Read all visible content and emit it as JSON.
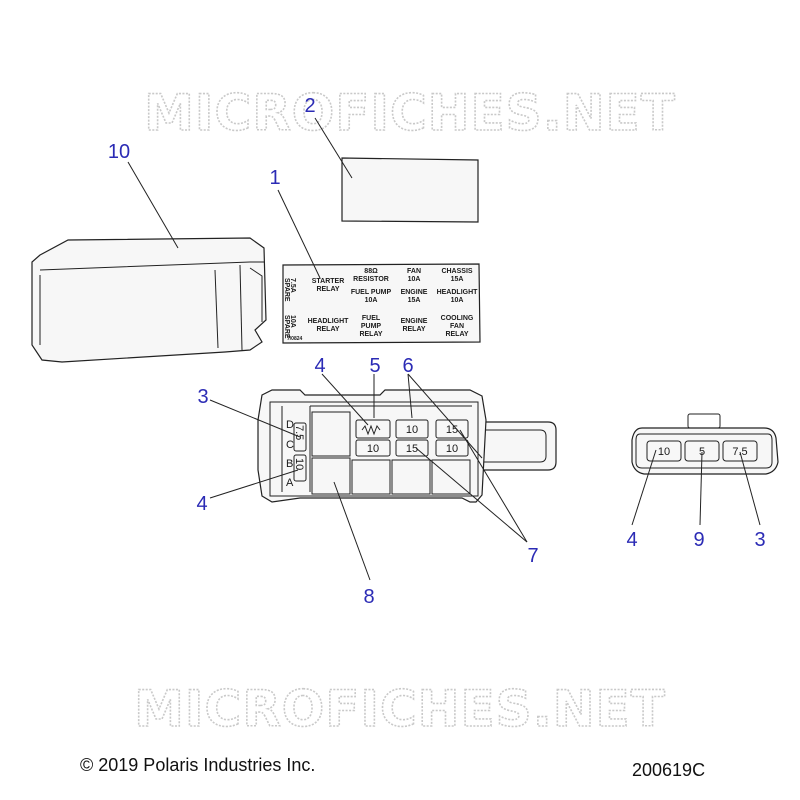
{
  "watermark": {
    "text": "MICROFICHES.NET"
  },
  "footer": {
    "copyright": "© 2019 Polaris Industries Inc.",
    "drawing_number": "200619C"
  },
  "callouts": [
    {
      "id": "c10",
      "text": "10"
    },
    {
      "id": "c2",
      "text": "2"
    },
    {
      "id": "c1",
      "text": "1"
    },
    {
      "id": "c3a",
      "text": "3"
    },
    {
      "id": "c4a",
      "text": "4"
    },
    {
      "id": "c5",
      "text": "5"
    },
    {
      "id": "c6",
      "text": "6"
    },
    {
      "id": "c4b",
      "text": "4"
    },
    {
      "id": "c8",
      "text": "8"
    },
    {
      "id": "c7",
      "text": "7"
    },
    {
      "id": "c4c",
      "text": "4"
    },
    {
      "id": "c9",
      "text": "9"
    },
    {
      "id": "c3b",
      "text": "3"
    }
  ],
  "label_sheet": {
    "spare_75": "7.5A",
    "spare_75_b": "SPARE",
    "spare_10": "10A",
    "spare_10_b": "SPARE",
    "starter_relay_1": "STARTER",
    "starter_relay_2": "RELAY",
    "resistor_1": "88Ω",
    "resistor_2": "RESISTOR",
    "fan_1": "FAN",
    "fan_2": "10A",
    "chassis_1": "CHASSIS",
    "chassis_2": "15A",
    "fuel_pump_1": "FUEL PUMP",
    "fuel_pump_2": "10A",
    "engine_1": "ENGINE",
    "engine_2": "15A",
    "headlight_1": "HEADLIGHT",
    "headlight_2": "10A",
    "headlight_relay_1": "HEADLIGHT",
    "headlight_relay_2": "RELAY",
    "fuel_pump_relay_1": "FUEL",
    "fuel_pump_relay_2": "PUMP",
    "fuel_pump_relay_3": "RELAY",
    "engine_relay_1": "ENGINE",
    "engine_relay_2": "RELAY",
    "cooling_relay_1": "COOLING",
    "cooling_relay_2": "FAN",
    "cooling_relay_3": "RELAY",
    "part_code": "7/0824"
  },
  "fuse_box": {
    "row_letters": [
      "D",
      "C",
      "B",
      "A"
    ],
    "side_fuse_top": "7.5",
    "side_fuse_bottom": "10",
    "fuse_top_1": "10",
    "fuse_top_2": "15",
    "fuse_mid_1": "10",
    "fuse_mid_2": "15",
    "fuse_mid_3": "10"
  },
  "connector": {
    "fuses": [
      "10",
      "5",
      "7.5"
    ]
  }
}
